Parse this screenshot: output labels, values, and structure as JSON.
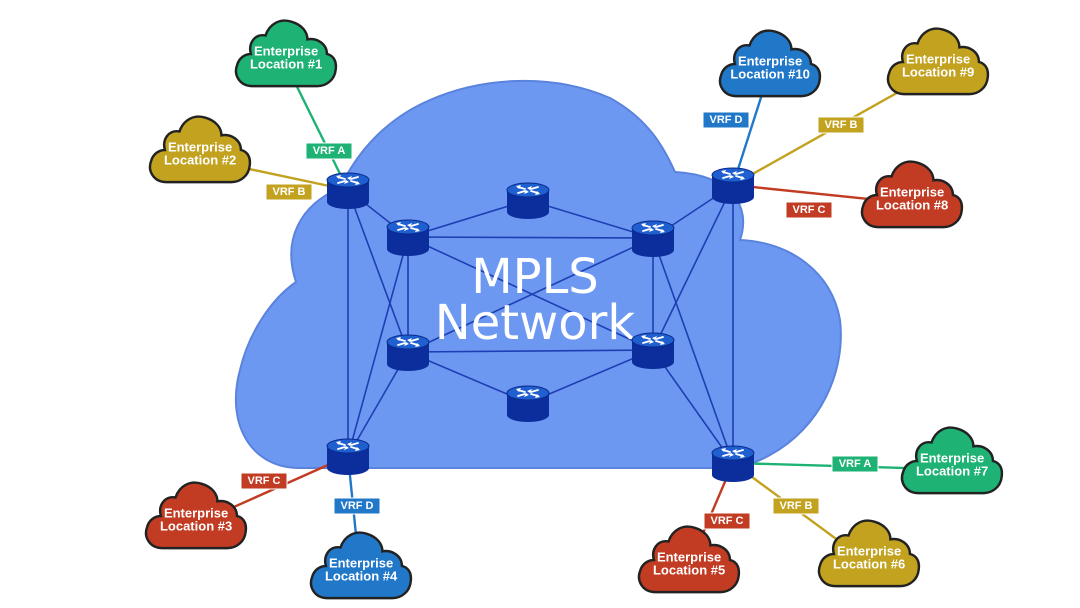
{
  "title": {
    "line1": "MPLS",
    "line2": "Network"
  },
  "colors": {
    "cloud_fill": "#6d98f2",
    "cloud_edge": "#5a83dd",
    "router_top": "#1f5fd0",
    "router_body": "#0b2e9c",
    "green": "#1eb274",
    "yellow": "#c2a21f",
    "red": "#c23b23",
    "blue": "#2178c8"
  },
  "locations": [
    {
      "id": "loc1",
      "line1": "Enterprise",
      "line2": "Location #1",
      "color": "green"
    },
    {
      "id": "loc2",
      "line1": "Enterprise",
      "line2": "Location #2",
      "color": "yellow"
    },
    {
      "id": "loc3",
      "line1": "Enterprise",
      "line2": "Location #3",
      "color": "red"
    },
    {
      "id": "loc4",
      "line1": "Enterprise",
      "line2": "Location #4",
      "color": "blue"
    },
    {
      "id": "loc5",
      "line1": "Enterprise",
      "line2": "Location #5",
      "color": "red"
    },
    {
      "id": "loc6",
      "line1": "Enterprise",
      "line2": "Location #6",
      "color": "yellow"
    },
    {
      "id": "loc7",
      "line1": "Enterprise",
      "line2": "Location #7",
      "color": "green"
    },
    {
      "id": "loc8",
      "line1": "Enterprise",
      "line2": "Location #8",
      "color": "red"
    },
    {
      "id": "loc9",
      "line1": "Enterprise",
      "line2": "Location #9",
      "color": "yellow"
    },
    {
      "id": "loc10",
      "line1": "Enterprise",
      "line2": "Location #10",
      "color": "blue"
    }
  ],
  "vrf_tags": [
    {
      "id": "vrf-loc1",
      "label": "VRF A",
      "color": "green"
    },
    {
      "id": "vrf-loc2",
      "label": "VRF B",
      "color": "yellow"
    },
    {
      "id": "vrf-loc3",
      "label": "VRF C",
      "color": "red"
    },
    {
      "id": "vrf-loc4",
      "label": "VRF D",
      "color": "blue"
    },
    {
      "id": "vrf-loc5",
      "label": "VRF C",
      "color": "red"
    },
    {
      "id": "vrf-loc6",
      "label": "VRF B",
      "color": "yellow"
    },
    {
      "id": "vrf-loc7",
      "label": "VRF A",
      "color": "green"
    },
    {
      "id": "vrf-loc8",
      "label": "VRF C",
      "color": "red"
    },
    {
      "id": "vrf-loc9",
      "label": "VRF B",
      "color": "yellow"
    },
    {
      "id": "vrf-loc10",
      "label": "VRF D",
      "color": "blue"
    }
  ],
  "routers": [
    {
      "id": "pe-top-left",
      "role": "edge"
    },
    {
      "id": "pe-bottom-left",
      "role": "edge"
    },
    {
      "id": "pe-top-right",
      "role": "edge"
    },
    {
      "id": "pe-bottom-right",
      "role": "edge"
    },
    {
      "id": "core-1",
      "role": "core"
    },
    {
      "id": "core-2",
      "role": "core"
    },
    {
      "id": "core-3",
      "role": "core"
    },
    {
      "id": "core-4",
      "role": "core"
    },
    {
      "id": "core-5",
      "role": "core"
    },
    {
      "id": "core-6",
      "role": "core"
    }
  ]
}
